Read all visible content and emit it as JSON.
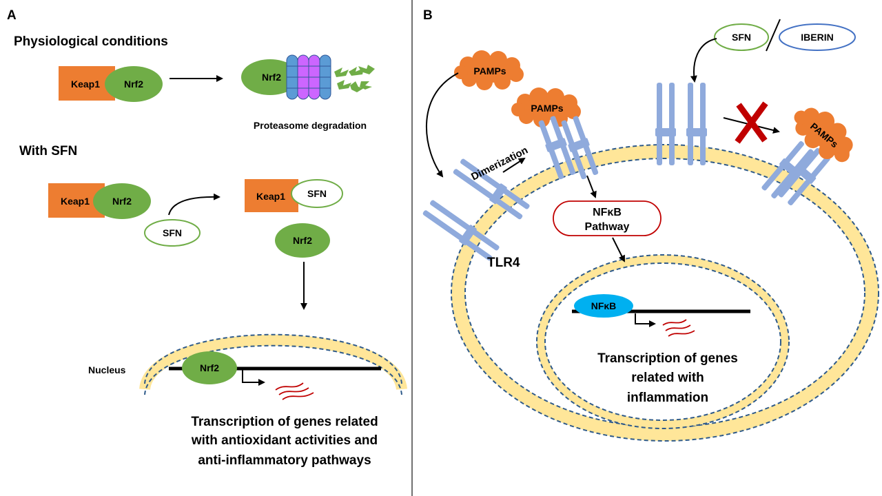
{
  "panel_a": {
    "letter": "A",
    "physiological_title": "Physiological conditions",
    "with_sfn_title": "With SFN",
    "keap1": "Keap1",
    "nrf2": "Nrf2",
    "sfn": "SFN",
    "proteasome_label": "Proteasome degradation",
    "nucleus_label": "Nucleus",
    "transcription_lines": [
      "Transcription of genes related",
      "with antioxidant activities and",
      "anti-inflammatory pathways"
    ]
  },
  "panel_b": {
    "letter": "B",
    "sfn": "SFN",
    "iberin": "IBERIN",
    "pamps": "PAMPs",
    "dimerization": "Dimerization",
    "tlr4": "TLR4",
    "nfkb_pathway_lines": [
      "NFκB",
      "Pathway"
    ],
    "nfkb": "NFκB",
    "transcription_lines": [
      "Transcription of genes",
      "related with",
      "inflammation"
    ]
  },
  "colors": {
    "keap1": "#ED7D31",
    "nrf2": "#70AD47",
    "pamps": "#ED7D31",
    "receptor": "#8FAADC",
    "membrane": "#FFE699",
    "membrane_dash": "#2E5A8A",
    "proteasome_blue": "#5B9BD5",
    "proteasome_purple": "#CC66FF",
    "nfkb": "#00B0F0",
    "pathway_border": "#C00000",
    "iberin_border": "#4472C4",
    "block_x": "#C00000",
    "mrna": "#C00000"
  }
}
